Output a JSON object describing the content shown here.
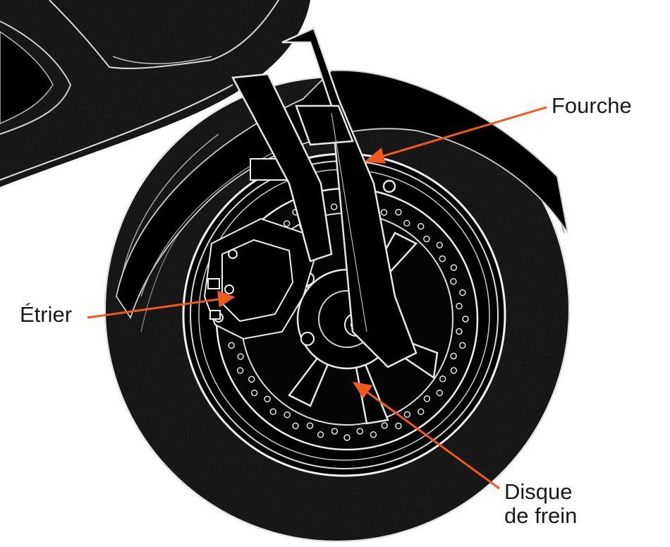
{
  "labels": {
    "fork": "Fourche",
    "caliper": "Étrier",
    "disc_line1": "Disque",
    "disc_line2": "de frein"
  },
  "colors": {
    "background": "#ffffff",
    "photo_dark": "#000000",
    "edge_light": "#e6e6e6",
    "callout": "#f05a1e",
    "label_text": "#1a1a1a"
  },
  "icons": {
    "fork": "motorcycle-front-fork",
    "caliper": "brake-caliper",
    "disc": "brake-disc"
  }
}
